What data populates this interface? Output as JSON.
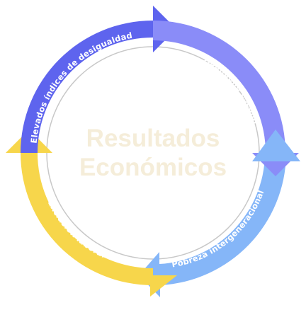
{
  "center": {
    "line1": "Resultados",
    "line2": "Económicos"
  },
  "segments": [
    {
      "label": "Abandono escolar",
      "color": "#8a8cf8"
    },
    {
      "label": "Pobreza intergeneracional",
      "color": "#85b6f8"
    },
    {
      "label": "Exclusión laboral",
      "color": "#f7d64b"
    },
    {
      "label": "Elevados índices de desigualdad",
      "color": "#5e64ee"
    }
  ],
  "colors": {
    "inner_circle_stroke": "#c8c8c8",
    "center_text": "#f5edd9"
  }
}
